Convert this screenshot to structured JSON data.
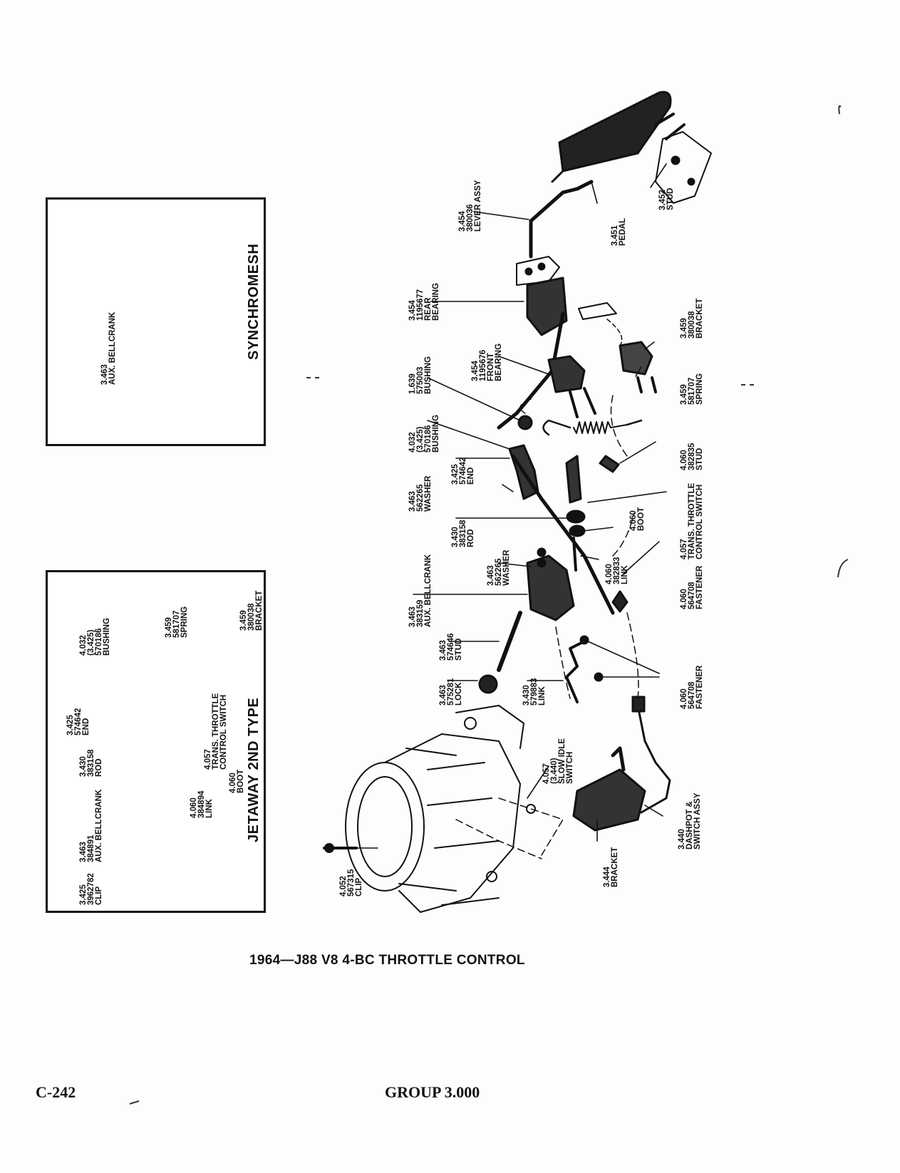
{
  "caption": "1964—J88 V8 4-BC THROTTLE CONTROL",
  "footer": {
    "page_number": "C-242",
    "group": "GROUP 3.000"
  },
  "insets": {
    "synchromesh": {
      "title": "SYNCHROMESH",
      "labels": [
        {
          "id": "syn-aux-bellcrank",
          "lines": [
            "3.463",
            "AUX. BELLCRANK"
          ]
        }
      ]
    },
    "jetaway": {
      "title": "JETAWAY 2ND TYPE",
      "labels": [
        {
          "id": "jet-bushing",
          "lines": [
            "4.032",
            "(3.425)",
            "570186",
            "BUSHING"
          ]
        },
        {
          "id": "jet-spring",
          "lines": [
            "3.459",
            "581707",
            "SPRING"
          ]
        },
        {
          "id": "jet-bracket",
          "lines": [
            "3.459",
            "380038",
            "BRACKET"
          ]
        },
        {
          "id": "jet-end",
          "lines": [
            "3.425",
            "574642",
            "END"
          ]
        },
        {
          "id": "jet-trans-switch",
          "lines": [
            "4.057",
            "TRANS. THROTTLE",
            "CONTROL SWITCH"
          ]
        },
        {
          "id": "jet-rod",
          "lines": [
            "3.430",
            "383158",
            "ROD"
          ]
        },
        {
          "id": "jet-boot",
          "lines": [
            "4.060",
            "BOOT"
          ]
        },
        {
          "id": "jet-link",
          "lines": [
            "4.060",
            "384894",
            "LINK"
          ]
        },
        {
          "id": "jet-aux-bellcrank",
          "lines": [
            "3.463",
            "384891",
            "AUX. BELLCRANK"
          ]
        },
        {
          "id": "jet-clip",
          "lines": [
            "3.425",
            "3962782",
            "CLIP"
          ]
        }
      ]
    }
  },
  "main_labels": [
    {
      "id": "lever-assy",
      "lines": [
        "3.454",
        "380036",
        "LEVER ASSY"
      ]
    },
    {
      "id": "pedal",
      "lines": [
        "3.451",
        "PEDAL"
      ]
    },
    {
      "id": "stud-pedal",
      "lines": [
        "3.452",
        "STUD"
      ]
    },
    {
      "id": "rear-bearing",
      "lines": [
        "3.454",
        "1195677",
        "REAR",
        "BEARING"
      ]
    },
    {
      "id": "front-bearing",
      "lines": [
        "3.454",
        "1195676",
        "FRONT",
        "BEARING"
      ]
    },
    {
      "id": "bushing-1639",
      "lines": [
        "1.639",
        "575003",
        "BUSHING"
      ]
    },
    {
      "id": "bracket-3459",
      "lines": [
        "3.459",
        "380038",
        "BRACKET"
      ]
    },
    {
      "id": "spring-3459",
      "lines": [
        "3.459",
        "581707",
        "SPRING"
      ]
    },
    {
      "id": "bushing-4032",
      "lines": [
        "4.032",
        "(3.425)",
        "570186",
        "BUSHING"
      ]
    },
    {
      "id": "end-3425",
      "lines": [
        "3.425",
        "574642",
        "END"
      ]
    },
    {
      "id": "stud-4060",
      "lines": [
        "4.060",
        "382835",
        "STUD"
      ]
    },
    {
      "id": "washer-upper",
      "lines": [
        "3.463",
        "562265",
        "WASHER"
      ]
    },
    {
      "id": "rod-3430",
      "lines": [
        "3.430",
        "383158",
        "ROD"
      ]
    },
    {
      "id": "trans-switch",
      "lines": [
        "4.057",
        "TRANS. THROTTLE",
        "CONTROL SWITCH"
      ]
    },
    {
      "id": "boot-4060",
      "lines": [
        "4.060",
        "BOOT"
      ]
    },
    {
      "id": "washer-lower",
      "lines": [
        "3.463",
        "562265",
        "WASHER"
      ]
    },
    {
      "id": "link-4060",
      "lines": [
        "4.060",
        "382833",
        "LINK"
      ]
    },
    {
      "id": "fastener-upper",
      "lines": [
        "4.060",
        "564708",
        "FASTENER"
      ]
    },
    {
      "id": "aux-bellcrank",
      "lines": [
        "3.463",
        "383159",
        "AUX. BELLCRANK"
      ]
    },
    {
      "id": "stud-3463",
      "lines": [
        "3.463",
        "574646",
        "STUD"
      ]
    },
    {
      "id": "lock-3463",
      "lines": [
        "3.463",
        "575281",
        "LOCK"
      ]
    },
    {
      "id": "link-3430",
      "lines": [
        "3.430",
        "579883",
        "LINK"
      ]
    },
    {
      "id": "fastener-lower",
      "lines": [
        "4.060",
        "564708",
        "FASTENER"
      ]
    },
    {
      "id": "slow-idle-switch",
      "lines": [
        "4.057",
        "(3.440)",
        "SLOW IDLE",
        "SWITCH"
      ]
    },
    {
      "id": "dashpot",
      "lines": [
        "3.440",
        "DASHPOT &",
        "SWITCH ASSY"
      ]
    },
    {
      "id": "bracket-3444",
      "lines": [
        "3.444",
        "BRACKET"
      ]
    },
    {
      "id": "clip-4052",
      "lines": [
        "4.052",
        "567315",
        "CLIP"
      ]
    }
  ]
}
